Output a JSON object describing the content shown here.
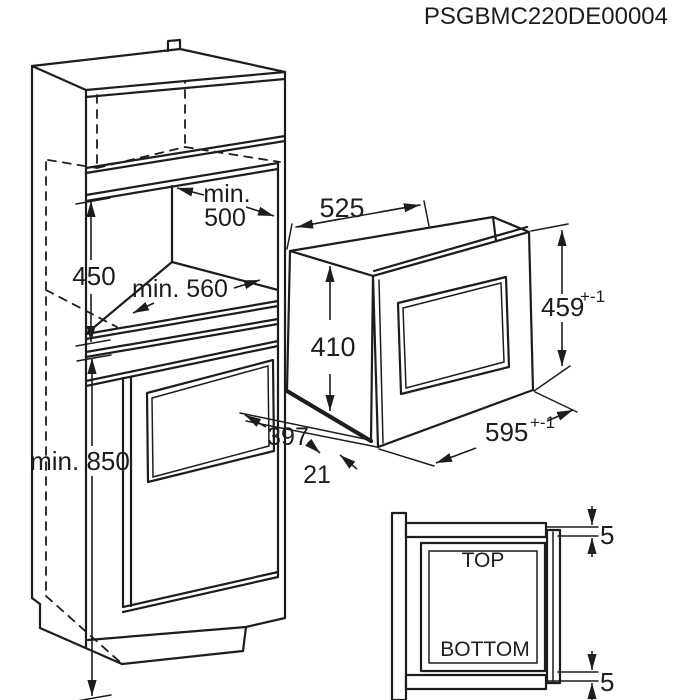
{
  "title": "PSGBMC220DE00004",
  "colors": {
    "line": "#1d1d1d",
    "background": "#ffffff"
  },
  "cabinet_dimensions": {
    "niche_min_width_line1": "min.",
    "niche_min_width_line2": "500",
    "niche_min_depth": "min. 560",
    "niche_height": "450",
    "min_installation_height": "min. 850"
  },
  "appliance_dimensions": {
    "body_width": "525",
    "body_height": "410",
    "body_depth": "397",
    "frame_overlap": "21",
    "frame_height": "459",
    "frame_height_tolerance": "+-1",
    "frame_width": "595",
    "frame_width_tolerance": "+-1"
  },
  "section_view": {
    "top_label": "TOP",
    "bottom_label": "BOTTOM",
    "top_clearance": "5",
    "bottom_clearance": "5"
  }
}
